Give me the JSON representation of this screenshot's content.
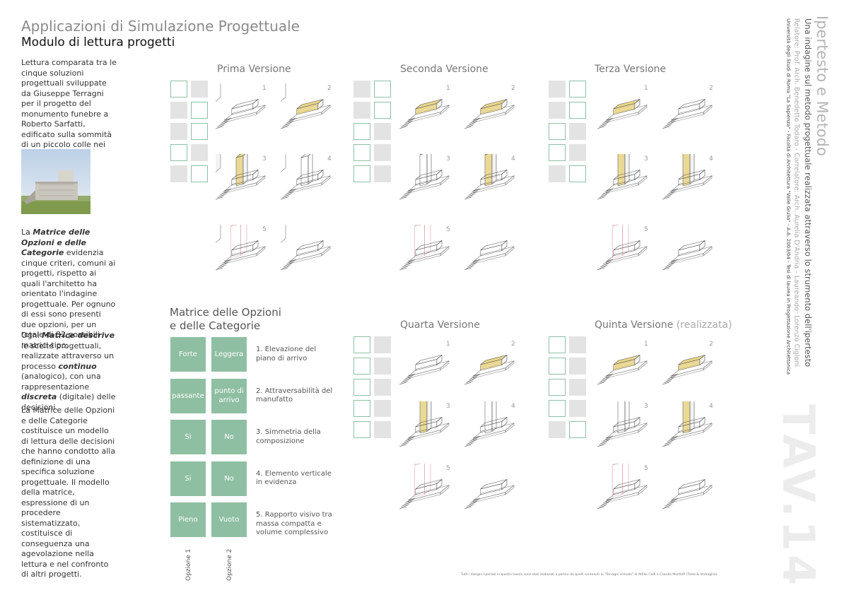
{
  "header": {
    "title": "Applicazioni di Simulazione Progettuale",
    "subtitle": "Modulo di lettura progetti"
  },
  "sidebar": {
    "intro": "Lettura comparata tra le cinque soluzioni progettuali sviluppate da Giuseppe Terragni per il progetto del monumento funebre a Roberto Sarfatti, edificato sulla sommità di un piccolo colle nei pressi di Asiago.",
    "p1_a": "La ",
    "p1_b": "Matrice delle Opzioni e delle Categorie",
    "p1_c": " evidenzia cinque criteri, comuni ai progetti, rispetto ai quali l'architetto ha orientato l'indagine progettuale. Per ognuno di essi sono presenti due opzioni, per un totale di 32 possibili matrici-tipo.",
    "p2_a": "Ogni ",
    "p2_b": "Matrice descrive",
    "p2_c": " le scelte progettuali, realizzate attraverso un processo ",
    "p2_d": "continuo",
    "p2_e": " (analogico), con una rappresentazione ",
    "p2_f": "discreta",
    "p2_g": " (digitale) delle decisioni.",
    "p3": "La Matrice delle Opzioni e delle Categorie costituisce un modello di lettura delle decisioni che hanno condotto alla definizione di una specifica soluzione progettuale. Il modello della matrice, espressione di un procedere sistematizzato, costituisce di conseguenza una agevolazione nella lettura e nel confronto di altri progetti."
  },
  "versions": [
    {
      "title": "Prima Versione",
      "sub": ""
    },
    {
      "title": "Seconda Versione",
      "sub": ""
    },
    {
      "title": "Terza Versione",
      "sub": ""
    },
    {
      "title": "Quarta Versione",
      "sub": ""
    },
    {
      "title": "Quinta Versione ",
      "sub": "(realizzata)"
    }
  ],
  "drawing_numbers": [
    "1",
    "2",
    "3",
    "4",
    "5"
  ],
  "matrix": {
    "title_1": "Matrice delle Opzioni",
    "title_2": "e delle Categorie",
    "rows": [
      {
        "opt1": "Forte",
        "opt2": "Leggera",
        "criterion": "1.  Elevazione del piano di arrivo"
      },
      {
        "opt1": "passante",
        "opt2": "punto di arrivo",
        "criterion": "2.  Attraversabilità del manufatto"
      },
      {
        "opt1": "Si",
        "opt2": "No",
        "criterion": "3.  Simmetria della composizione"
      },
      {
        "opt1": "Si",
        "opt2": "No",
        "criterion": "4.  Elemento verticale in evidenza"
      },
      {
        "opt1": "Pieno",
        "opt2": "Vuoto",
        "criterion": "5.  Rapporto visivo tra massa compatta e volume complessivo"
      }
    ],
    "option_1": "Opzione 1",
    "option_2": "Opzione 2"
  },
  "right_panel": {
    "title": "Ipertesto e Metodo",
    "subtitle": "Una indagine sul metodo progettuale realizzata attraverso lo strumento dell'ipertesto",
    "credits": "Relatore: Prof. Arch. Benedetto Todaro - Correlatore: Arch. Aurelia D'Andria - Laureando: Lorenzo Cigloni",
    "university": "Università degli Studi di Roma \"La Sapienza\" - Facoltà di Architettura \"Valle Giulia\" - A.A. 2003/04 - Tesi di laurea in Progettazione Architettonica",
    "tav": "TAV.14"
  },
  "footnote": "Tutti i disegni riportati in questa tavola sono stati elaborati a partire da quelli contenuti in \"Terragni virtuale\" di Attilio Cadì e Claudia Morttoff (Testo & Immagine)",
  "colors": {
    "accent_green": "#8fbfa3",
    "highlight_yellow": "#e8d48a",
    "grey_square": "#e3e3e3",
    "red_line": "#d9a0a8"
  }
}
